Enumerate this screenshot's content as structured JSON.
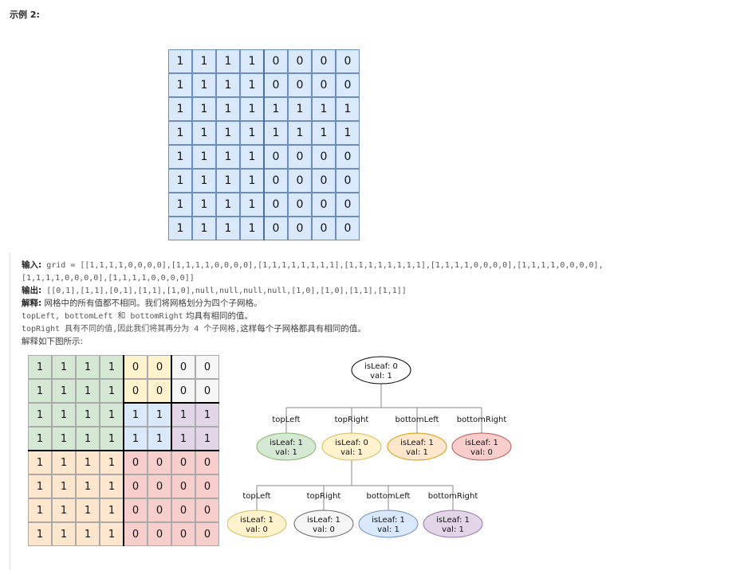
{
  "page": {
    "example_title": "示例 2:"
  },
  "grid": [
    [
      1,
      1,
      1,
      1,
      0,
      0,
      0,
      0
    ],
    [
      1,
      1,
      1,
      1,
      0,
      0,
      0,
      0
    ],
    [
      1,
      1,
      1,
      1,
      1,
      1,
      1,
      1
    ],
    [
      1,
      1,
      1,
      1,
      1,
      1,
      1,
      1
    ],
    [
      1,
      1,
      1,
      1,
      0,
      0,
      0,
      0
    ],
    [
      1,
      1,
      1,
      1,
      0,
      0,
      0,
      0
    ],
    [
      1,
      1,
      1,
      1,
      0,
      0,
      0,
      0
    ],
    [
      1,
      1,
      1,
      1,
      0,
      0,
      0,
      0
    ]
  ],
  "colors": {
    "grid_top_fill": "#dae8fc",
    "grid_top_stroke": "#6c8ebf",
    "topLeft": "#d5e8d4",
    "topRight_tl": "#fff2cc",
    "topRight_tr": "#f5f5f5",
    "topRight_bl": "#dae8fc",
    "topRight_br": "#e1d5e7",
    "bottomLeft": "#ffe6cc",
    "bottomRight": "#f8cecc"
  },
  "text": {
    "input_label": "输入:",
    "input_line1": " grid = [[1,1,1,1,0,0,0,0],[1,1,1,1,0,0,0,0],[1,1,1,1,1,1,1,1],[1,1,1,1,1,1,1,1],[1,1,1,1,0,0,0,0],[1,1,1,1,0,0,0,0],",
    "input_line2": "[1,1,1,1,0,0,0,0],[1,1,1,1,0,0,0,0]]",
    "output_label": "输出:",
    "output_value": " [[0,1],[1,1],[0,1],[1,1],[1,0],null,null,null,null,[1,0],[1,0],[1,1],[1,1]]",
    "explain_label": "解释:",
    "explain_1": " 网格中的所有值都不相同。我们将网格划分为四个子网格。",
    "explain_2_code": "topLeft, bottomLeft 和 bottomRight",
    "explain_2_rest": " 均具有相同的值。",
    "explain_3_code": "topRight 具有不同的值,因此我们将其再分为 4 个子网格,",
    "explain_3_rest": "这样每个子网格都具有相同的值。",
    "explain_4": "解释如下图所示:"
  },
  "tree": {
    "root": {
      "leaf": "isLeaf: 0",
      "val": "val: 1",
      "fill": "#ffffff"
    },
    "level1": [
      {
        "edge": "topLeft",
        "leaf": "isLeaf: 1",
        "val": "val: 1",
        "fill": "#d5e8d4",
        "stroke": "#82b366"
      },
      {
        "edge": "topRight",
        "leaf": "isLeaf: 0",
        "val": "val: 1",
        "fill": "#fff2cc",
        "stroke": "#d6b656"
      },
      {
        "edge": "bottomLeft",
        "leaf": "isLeaf: 1",
        "val": "val: 1",
        "fill": "#ffe6cc",
        "stroke": "#d79b00"
      },
      {
        "edge": "bottomRight",
        "leaf": "isLeaf: 1",
        "val": "val: 0",
        "fill": "#f8cecc",
        "stroke": "#b85450"
      }
    ],
    "level2": [
      {
        "edge": "topLeft",
        "leaf": "isLeaf: 1",
        "val": "val: 0",
        "fill": "#fff2cc",
        "stroke": "#d6b656"
      },
      {
        "edge": "topRight",
        "leaf": "isLeaf: 1",
        "val": "val: 0",
        "fill": "#f5f5f5",
        "stroke": "#666666"
      },
      {
        "edge": "bottomLeft",
        "leaf": "isLeaf: 1",
        "val": "val: 1",
        "fill": "#dae8fc",
        "stroke": "#6c8ebf"
      },
      {
        "edge": "bottomRight",
        "leaf": "isLeaf: 1",
        "val": "val: 1",
        "fill": "#e1d5e7",
        "stroke": "#9673a6"
      }
    ]
  }
}
